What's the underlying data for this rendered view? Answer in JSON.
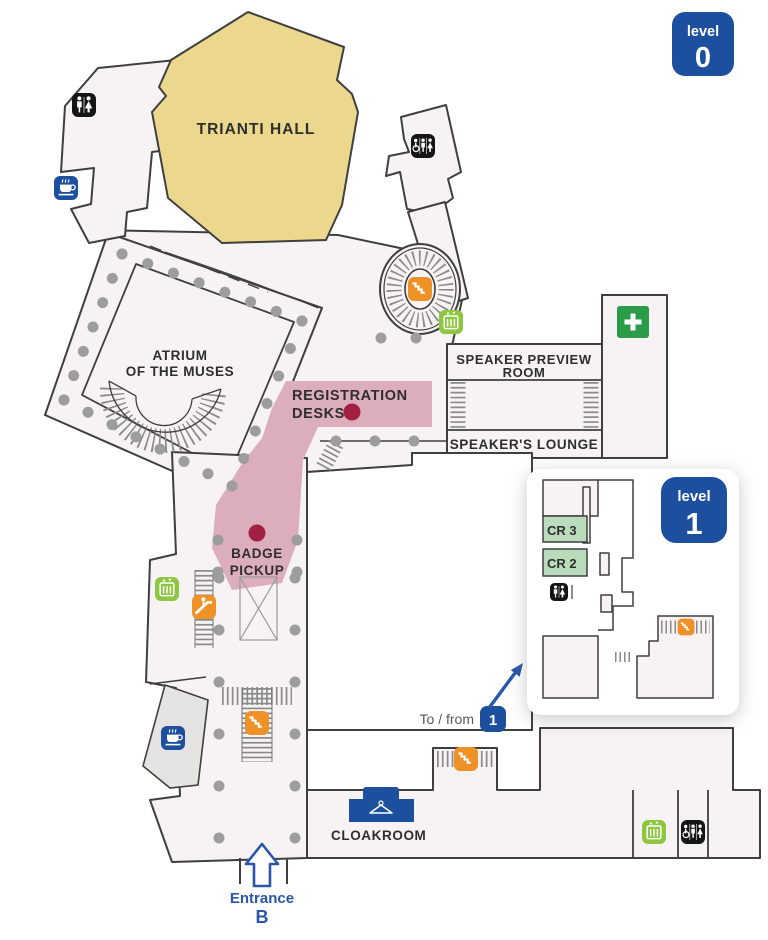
{
  "level_badge": {
    "label": "level",
    "value": "0"
  },
  "inset": {
    "badge": {
      "label": "level",
      "value": "1"
    },
    "room_cr3": "CR 3",
    "room_cr2": "CR 2"
  },
  "rooms": {
    "trianti": "TRIANTI HALL",
    "atrium1": "ATRIUM",
    "atrium2": "OF THE MUSES",
    "preview1": "SPEAKER PREVIEW",
    "preview2": "ROOM",
    "lounge": "SPEAKER'S LOUNGE",
    "cloakroom": "CLOAKROOM"
  },
  "labels": {
    "registration1": "REGISTRATION",
    "registration2": "DESKS",
    "badge1": "BADGE",
    "badge2": "PICKUP",
    "tofrom": "To / from",
    "tofrom_level": "1",
    "entrance": "Entrance",
    "entrance_letter": "B"
  },
  "icons": {
    "restroom": "restroom-icon",
    "accessible_restroom": "accessible-restroom-icon",
    "cafe": "coffee-icon",
    "elevator": "elevator-icon",
    "escalator": "escalator-icon",
    "stairs": "stairs-icon",
    "first_aid": "first-aid-icon",
    "cloakroom_counter": "hanger-icon"
  },
  "colors": {
    "floor": "#f7f2f3",
    "wall": "#3f3f3f",
    "hall_yellow": "#ecd88d",
    "walkway_pink": "#dcadbd",
    "marker_red": "#a32045",
    "primary_blue": "#1d4f9f",
    "icon_orange": "#ee9127",
    "elevator_green": "#8dc641",
    "first_aid_green": "#2a9b48",
    "room_green": "#badcbc",
    "column_gray": "#9d9d9d"
  }
}
